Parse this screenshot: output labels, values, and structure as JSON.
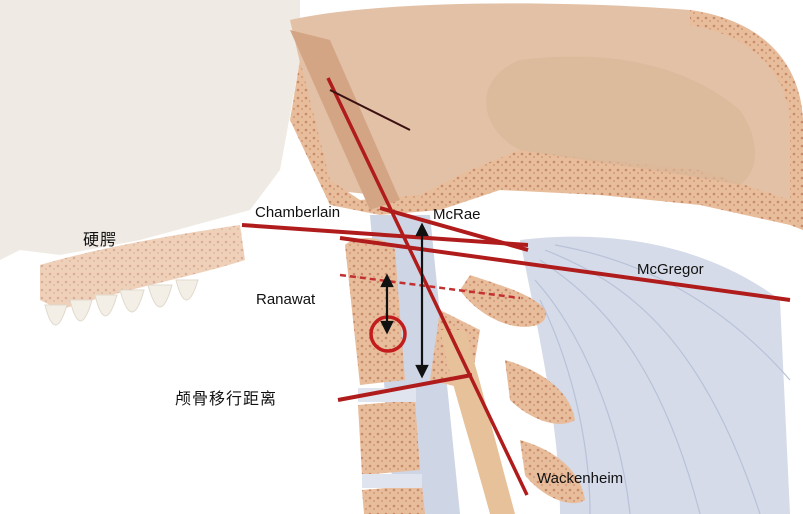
{
  "labels": {
    "hard_palate": "硬腭",
    "chamberlain": "Chamberlain",
    "mcrae": "McRae",
    "mcgregor": "McGregor",
    "ranawat": "Ranawat",
    "migration_distance": "颅骨移行距离",
    "wackenheim": "Wackenheim"
  },
  "colors": {
    "measurement_line": "#b01c1c",
    "arrow": "#111111",
    "bone": "#e6b99a",
    "bone_texture": "#c98a6a",
    "skull_background": "#e9e4dd",
    "ligament": "#cfd6e6",
    "teeth": "#f4efe6"
  }
}
